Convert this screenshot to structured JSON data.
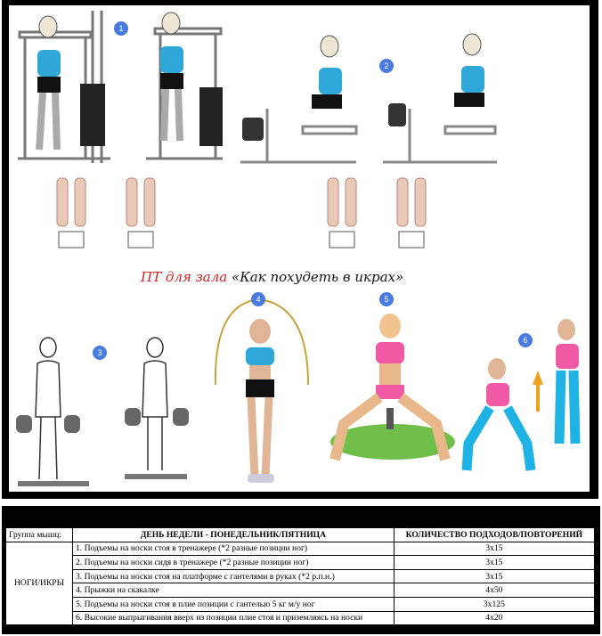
{
  "poster": {
    "title_red": "ПТ для зала",
    "title_black": "«Как похудеть в икрах»",
    "badges": [
      "1",
      "2",
      "3",
      "4",
      "5",
      "6"
    ]
  },
  "table": {
    "col_muscle": "Группа мышц:",
    "col_day": "ДЕНЬ НЕДЕЛИ - ПОНЕДЕЛЬНИК/ПЯТНИЦА",
    "col_sets": "КОЛИЧЕСТВО ПОДХОДОВ/ПОВТОРЕНИЙ",
    "group": "НОГИ/ИКРЫ",
    "rows": [
      {
        "exercise": "1. Подъемы на носки стоя в тренажере (*2 разные позиции ног)",
        "sets": "3x15"
      },
      {
        "exercise": "2. Подъемы на носки сидя в тренажере (*2 разные позиции ног)",
        "sets": "3x15"
      },
      {
        "exercise": "3. Подъемы на носки стоя на платформе с гантелями в руках (*2 р.п.н.)",
        "sets": "3x15"
      },
      {
        "exercise": "4. Прыжки на скакалке",
        "sets": "4x50"
      },
      {
        "exercise": "5. Подъемы на носки стоя в плие позиции с гантелью 5 кг м/у ног",
        "sets": "3x125"
      },
      {
        "exercise": "6. Высокие выпрыгивания вверх из позиции плие стоя и приземляясь на носки",
        "sets": "4x20"
      }
    ]
  },
  "colors": {
    "badge": "#4a7be0",
    "title_red": "#d81b1b",
    "top": "#2fa7d8",
    "pink": "#f05aa5",
    "legs": "#1fb2e4"
  }
}
